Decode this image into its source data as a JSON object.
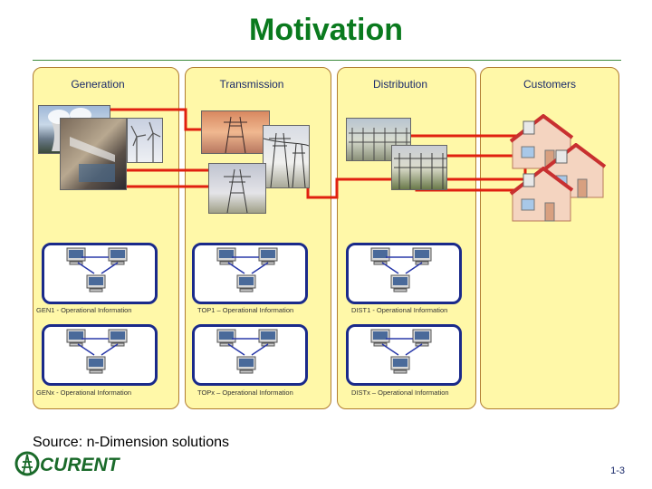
{
  "title": "Motivation",
  "columns": [
    {
      "label": "Generation"
    },
    {
      "label": "Transmission"
    },
    {
      "label": "Distribution"
    },
    {
      "label": "Customers"
    }
  ],
  "networks": [
    {
      "label": "GEN1 - Operational Information"
    },
    {
      "label": "TOP1 – Operational Information"
    },
    {
      "label": "DIST1 - Operational Information"
    },
    {
      "label": "GENx - Operational Information"
    },
    {
      "label": "TOPx – Operational Information"
    },
    {
      "label": "DISTx – Operational Information"
    }
  ],
  "source": "Source: n-Dimension solutions",
  "logo": {
    "text": "CURENT",
    "color": "#1a6a2a"
  },
  "page_number": "1-3",
  "colors": {
    "title": "#0a7a1e",
    "panel": "#fff8a8",
    "panel_border": "#b07c30",
    "line": "#e02010",
    "network_border": "#1a2a8a"
  }
}
